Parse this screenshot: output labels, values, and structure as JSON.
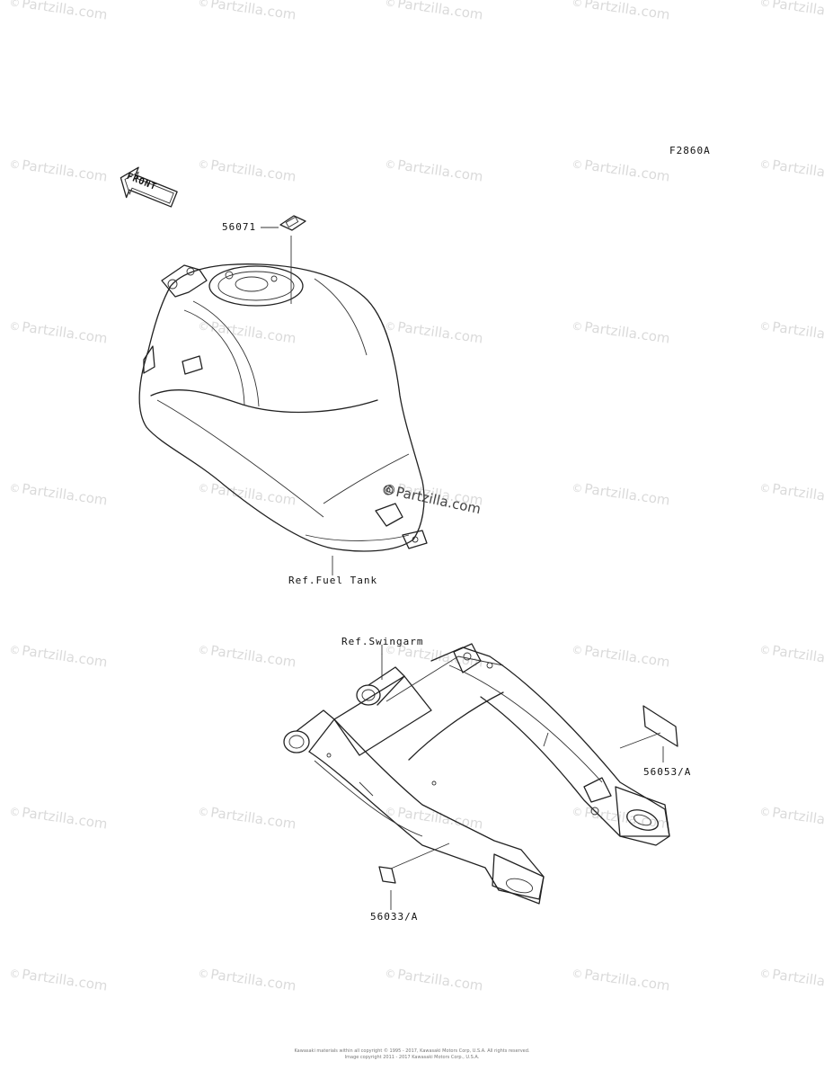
{
  "diagram": {
    "code": "F2860A",
    "front_label": "FRONT",
    "parts": [
      {
        "number": "56071"
      },
      {
        "number": "56053/A"
      },
      {
        "number": "56033/A"
      }
    ],
    "references": [
      {
        "text": "Ref.Fuel Tank"
      },
      {
        "text": "Ref.Swingarm"
      }
    ],
    "footer_lines": [
      "Kawasaki materials within all copyright © 1995 - 2017, Kawasaki Motors Corp, U.S.A. All rights reserved.",
      "Image copyright 2011 - 2017 Kawasaki Motors Corp., U.S.A."
    ]
  },
  "watermark": {
    "text": "Partzilla.com",
    "symbol": "©"
  }
}
